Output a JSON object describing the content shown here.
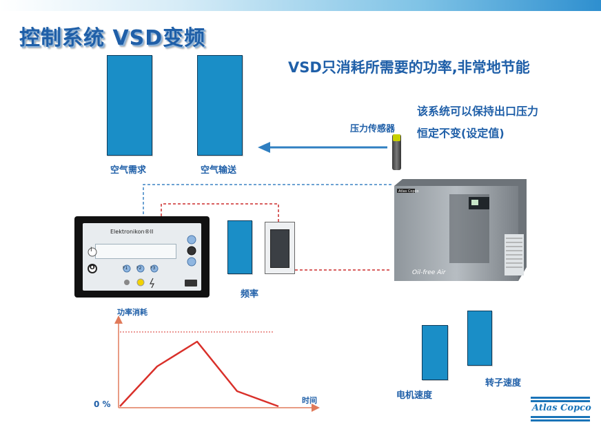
{
  "title": "控制系统  VSD变频",
  "subtitle": "VSD只消耗所需要的功率,非常地节能",
  "notes": [
    "该系统可以保持出口压力",
    "恒定不变(设定值)"
  ],
  "labels": {
    "air_demand": "空气需求",
    "air_delivery": "空气输送",
    "pressure_sensor": "压力传感器",
    "frequency": "频率",
    "motor_speed": "电机速度",
    "rotor_speed": "转子速度",
    "power_consumption": "功率消耗",
    "time": "时间",
    "zero_percent": "0 %"
  },
  "controller": {
    "brand": "Elektronikon®II",
    "button_labels": [
      "I",
      "O",
      "F1",
      "F2",
      "F3"
    ],
    "icons": [
      "up-arrow-icon",
      "enter-icon",
      "down-arrow-icon",
      "power-indicator-icon",
      "warning-icon",
      "lightning-icon"
    ]
  },
  "compressor": {
    "brand_label": "Atlas Copco",
    "model_label": "Oil-free Air"
  },
  "logo": {
    "text": "Atlas Copco"
  },
  "colors": {
    "title": "#1f5fa8",
    "bar_fill": "#1a8ec7",
    "arrow": "#2f7fc1",
    "dashed_blue": "#3a82c4",
    "dashed_red": "#cc2a2a",
    "curve": "#d9302a",
    "axes": "#e07a5a"
  }
}
